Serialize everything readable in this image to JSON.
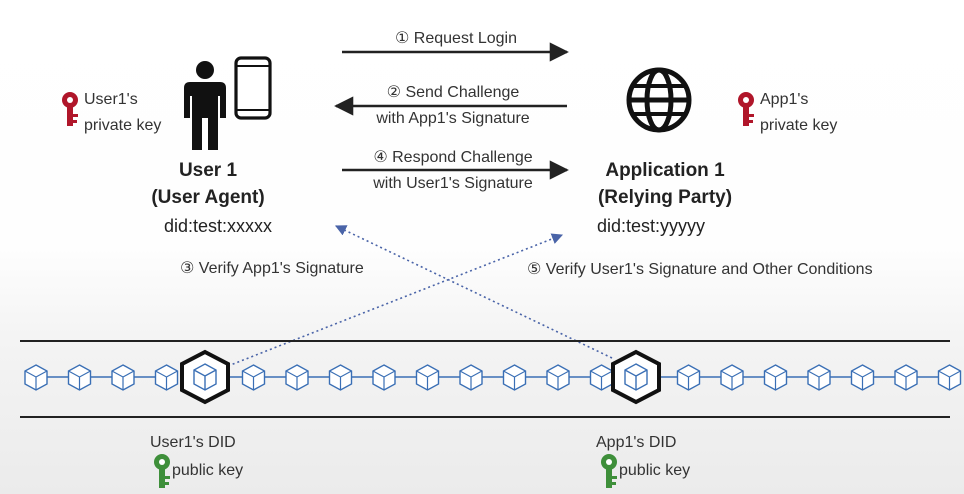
{
  "user": {
    "key_label": [
      "User1's",
      "private key"
    ],
    "title": "User 1",
    "subtitle": "(User Agent)",
    "did": "did:test:xxxxx"
  },
  "app": {
    "key_label": [
      "App1's",
      "private key"
    ],
    "title": "Application 1",
    "subtitle": "(Relying Party)",
    "did": "did:test:yyyyy"
  },
  "steps": {
    "s1": "① Request Login",
    "s2": [
      "② Send Challenge",
      "with App1's Signature"
    ],
    "s4": [
      "④ Respond Challenge",
      "with User1's Signature"
    ],
    "s3": "③ Verify App1's Signature",
    "s5": "⑤ Verify User1's Signature and Other Conditions"
  },
  "ledger": {
    "user_did": "User1's DID",
    "app_did": "App1's DID",
    "public_key": "public key"
  },
  "colors": {
    "private_key": "#b0162a",
    "public_key": "#3e8f3a",
    "block": "#3a6fb5",
    "dotted": "#4a64a8"
  }
}
